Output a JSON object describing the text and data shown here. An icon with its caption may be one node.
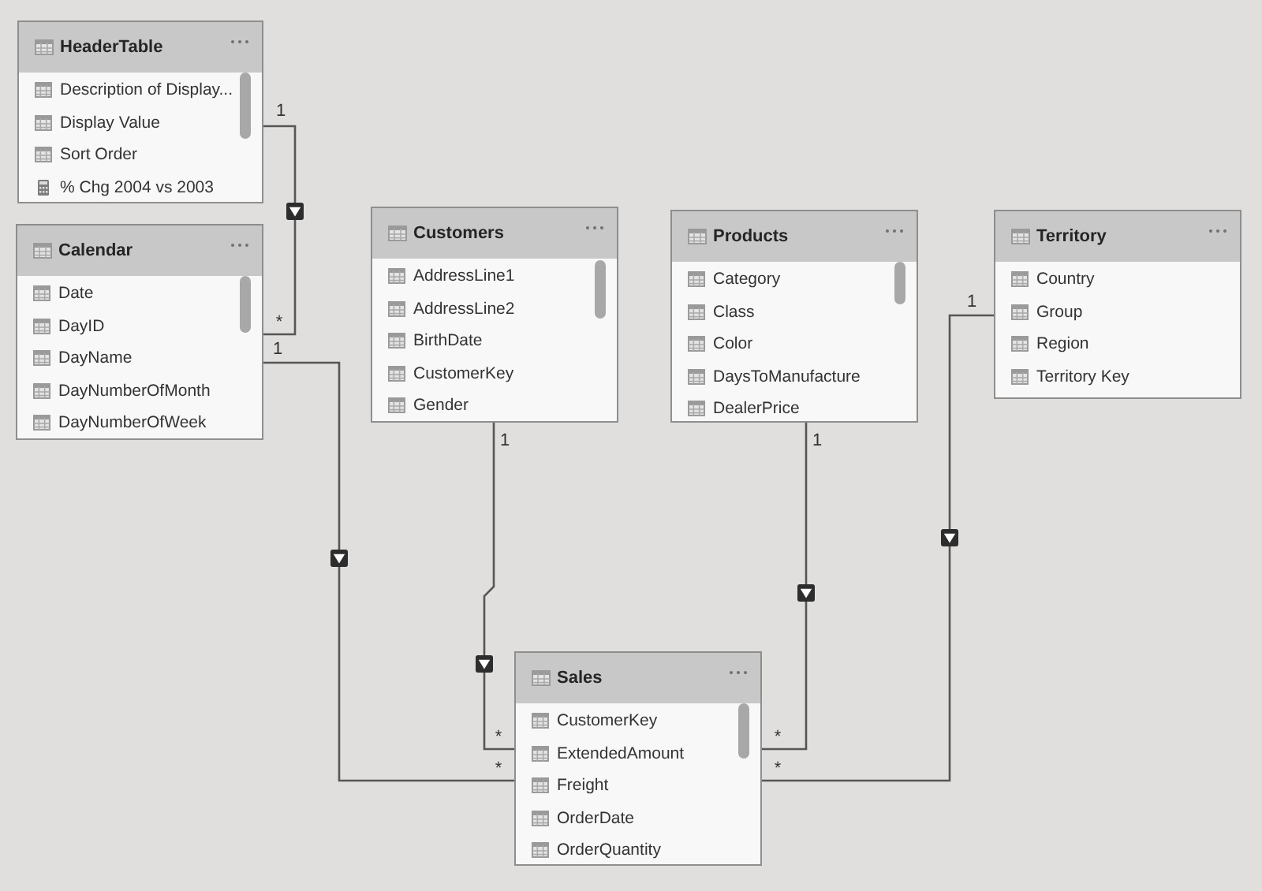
{
  "diagram": {
    "nodes": [
      {
        "text": [
          "HeaderTable",
          "Description of Display...",
          "Display Value",
          "Sort Order",
          "% Chg 2004 vs 2003"
        ]
      },
      {
        "text": [
          "Calendar",
          "Date",
          "DayID",
          "DayName",
          "DayNumberOfMonth",
          "DayNumberOfWeek"
        ]
      },
      {
        "text": [
          "Customers",
          "AddressLine1",
          "AddressLine2",
          "BirthDate",
          "CustomerKey",
          "Gender"
        ]
      },
      {
        "text": [
          "Products",
          "Category",
          "Class",
          "Color",
          "DaysToManufacture",
          "DealerPrice"
        ]
      },
      {
        "text": [
          "Territory",
          "Country",
          "Group",
          "Region",
          "Territory Key"
        ]
      },
      {
        "text": [
          "Sales",
          "CustomerKey",
          "ExtendedAmount",
          "Freight",
          "OrderDate",
          "OrderQuantity"
        ]
      }
    ],
    "edges": [
      {
        "from": 0,
        "to": 1,
        "arrow": "to"
      },
      {
        "from": 1,
        "to": 5,
        "arrow": "to"
      },
      {
        "from": 2,
        "to": 5,
        "arrow": "to"
      },
      {
        "from": 3,
        "to": 5,
        "arrow": "to"
      },
      {
        "from": 4,
        "to": 5,
        "arrow": "to"
      }
    ],
    "labels": [
      "1",
      "1",
      "*",
      "1",
      "1",
      "1",
      "*",
      "*",
      "*",
      "*"
    ]
  }
}
